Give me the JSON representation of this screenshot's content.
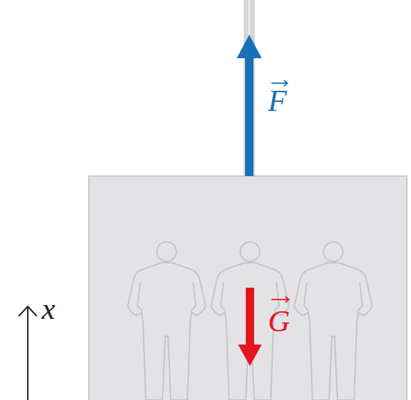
{
  "diagram": {
    "labels": [
      "F",
      "G",
      "x"
    ]
  }
}
